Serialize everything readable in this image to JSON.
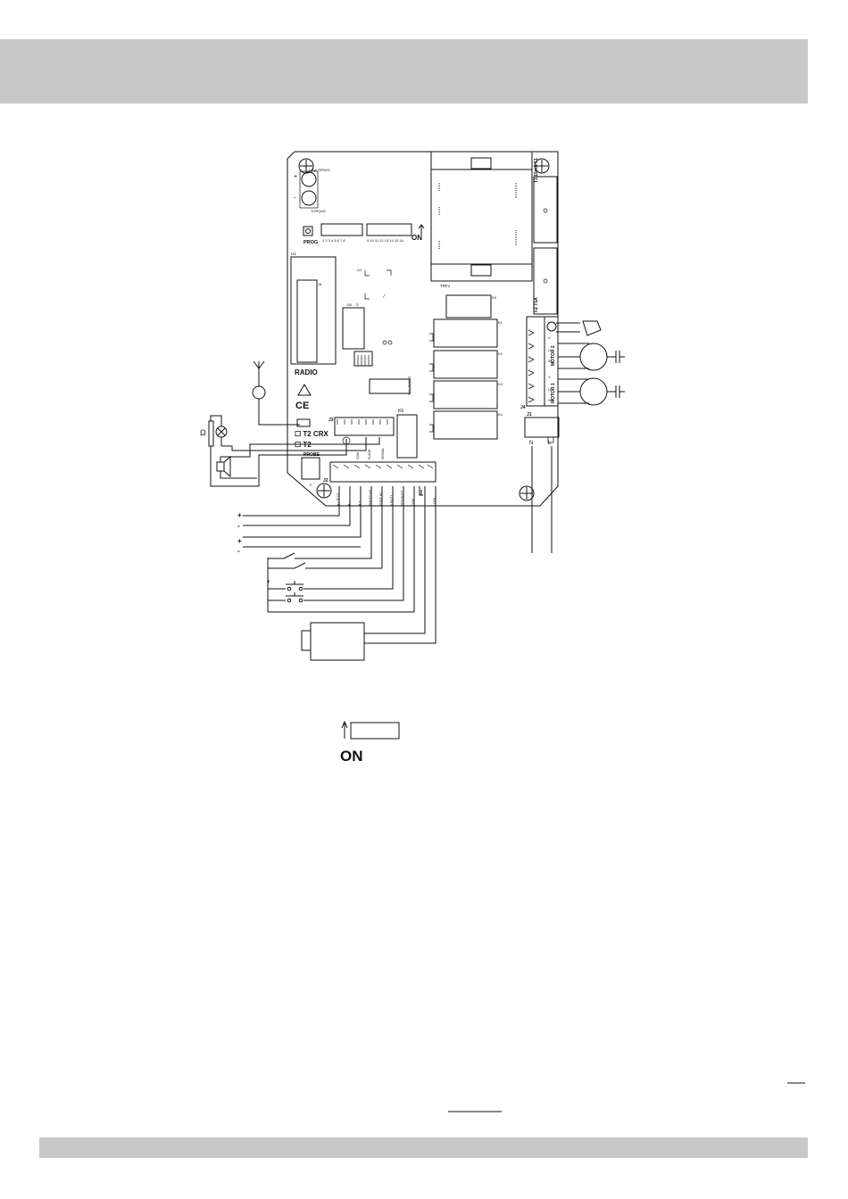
{
  "board": {
    "u1": "U1",
    "radio": "RADIO",
    "ce": "CE",
    "u2": "U2",
    "j8": "J8",
    "k1": "K1",
    "k2": "K2",
    "k3": "K3",
    "k4": "K4",
    "k5": "K5",
    "k6": "K6",
    "trf1": "TRF1",
    "j1": "J1",
    "j2": "J2",
    "j3": "J3",
    "j4": "J4",
    "f1": "T3.15mA  F1",
    "f2": "F2 T5A",
    "prog": "PROG",
    "sw_low_speed": "LOW SPEED",
    "sw_torque": "TORQUE",
    "dip_numbers_1": "1 2 3 4 5 6 7 8",
    "dip_numbers_2": "9 10 11 12 13 14 15 16",
    "on_small": "ON",
    "probe": "PROBE",
    "t2crx": "T2 CRX",
    "t2": "T2",
    "sw_radio": "SW_RADIO",
    "motor1": "MOTOR 1",
    "motor2": "MOTOR 2",
    "n": "N",
    "l": "L",
    "omega": "Ω"
  },
  "j2_terminals": [
    "A+ TEST",
    "A -",
    "A +",
    "PHOTO NC",
    "EDGE NC",
    "K BUTT",
    "PED BUTT",
    "COM",
    "",
    "LOCK"
  ],
  "j3_terminals": [
    "COM",
    "FLASH",
    "SIGNAL"
  ],
  "power_terms": [
    "+",
    "-",
    "+",
    "-"
  ],
  "dip_legend": {
    "on_label": "ON"
  }
}
